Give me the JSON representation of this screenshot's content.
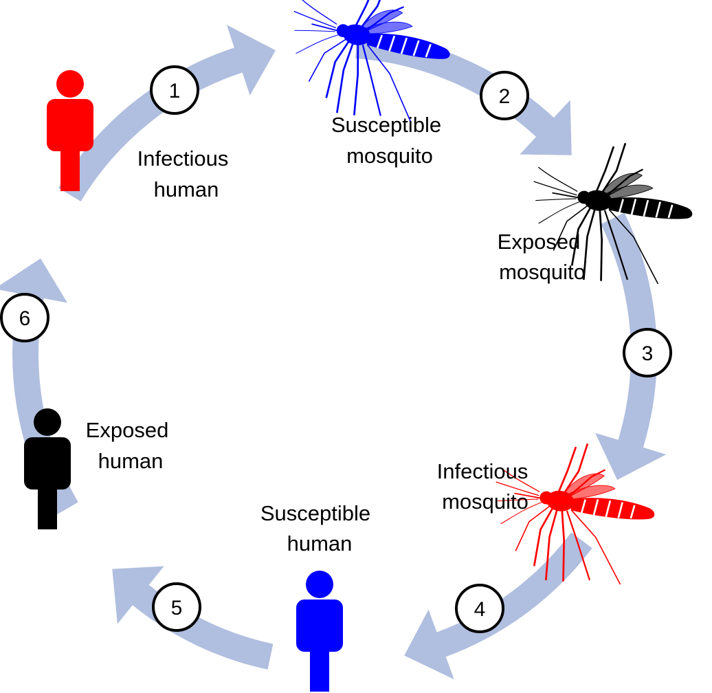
{
  "colors": {
    "cycle_arrow": "#B0BEDF",
    "background": "#FFFFFF",
    "susceptible": "#0000FF",
    "exposed": "#000000",
    "infectious": "#FF0000",
    "step_circle_fill": "#FFFFFF",
    "step_circle_stroke": "#000000"
  },
  "steps": [
    "1",
    "2",
    "3",
    "4",
    "5",
    "6"
  ],
  "stages": {
    "infectious_human": {
      "line1": "Infectious",
      "line2": "human",
      "icon": "person-icon",
      "color": "#FF0000"
    },
    "susceptible_mosquito": {
      "line1": "Susceptible",
      "line2": "mosquito",
      "icon": "mosquito-icon",
      "color": "#0000FF"
    },
    "exposed_mosquito": {
      "line1": "Exposed",
      "line2": "mosquito",
      "icon": "mosquito-icon",
      "color": "#000000"
    },
    "infectious_mosquito": {
      "line1": "Infectious",
      "line2": "mosquito",
      "icon": "mosquito-icon",
      "color": "#FF0000"
    },
    "susceptible_human": {
      "line1": "Susceptible",
      "line2": "human",
      "icon": "person-icon",
      "color": "#0000FF"
    },
    "exposed_human": {
      "line1": "Exposed",
      "line2": "human",
      "icon": "person-icon",
      "color": "#000000"
    }
  }
}
